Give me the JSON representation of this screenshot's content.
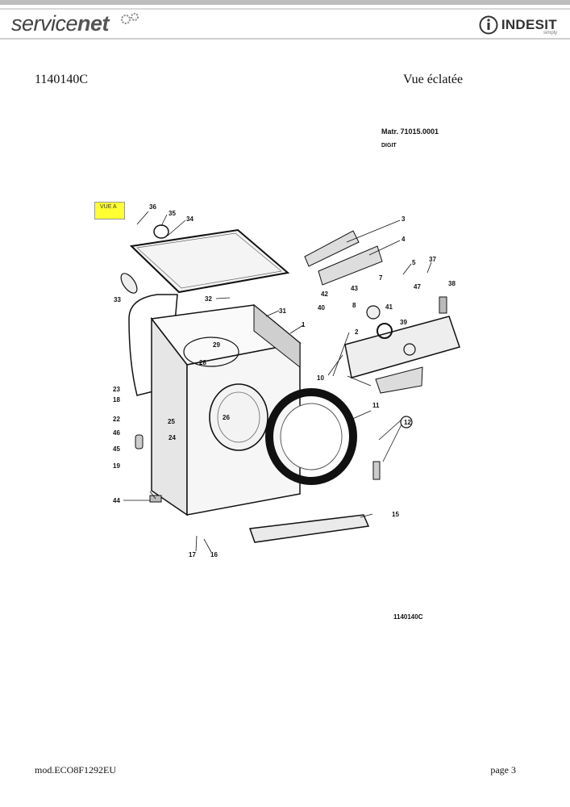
{
  "header": {
    "service_logo_main": "service",
    "service_logo_net": "net",
    "brand_name": "INDESIT",
    "brand_sub": "simply"
  },
  "document": {
    "model_code": "1140140C",
    "view_title": "Vue éclatée",
    "matr": "Matr. 71015.0001",
    "digit": "DIGIT",
    "view_tag": "VUE A",
    "diagram_code": "1140140C"
  },
  "diagram": {
    "part_numbers": [
      "36",
      "35",
      "34",
      "3",
      "4",
      "5",
      "37",
      "7",
      "38",
      "33",
      "32",
      "31",
      "1",
      "43",
      "42",
      "47",
      "40",
      "8",
      "41",
      "39",
      "2",
      "29",
      "28",
      "23",
      "10",
      "18",
      "11",
      "12",
      "22",
      "25",
      "26",
      "46",
      "24",
      "45",
      "19",
      "44",
      "15",
      "17",
      "16"
    ]
  },
  "footer": {
    "model": "mod.ECO8F1292EU",
    "page": "page 3"
  }
}
